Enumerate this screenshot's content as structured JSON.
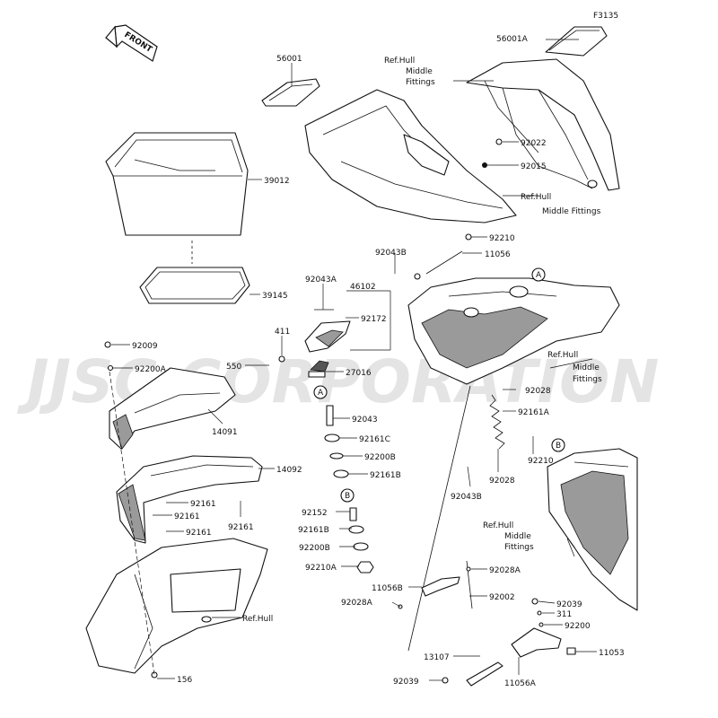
{
  "diagram_code": "F3135",
  "watermark": "JJSC CORPORATION",
  "front_label": "FRONT",
  "markers": {
    "a": "A",
    "b": "B"
  },
  "labels": {
    "p56001A": "56001A",
    "p56001": "56001",
    "ref_hull_middle_fittings_top": [
      "Ref.Hull",
      "Middle",
      "Fittings"
    ],
    "p92022": "92022",
    "p92015": "92015",
    "ref_hull_middle_fittings_right": [
      "Ref.Hull",
      "Middle Fittings"
    ],
    "p39012": "39012",
    "p92210_top": "92210",
    "p92043B_top": "92043B",
    "p11056": "11056",
    "p92043A": "92043A",
    "p46102": "46102",
    "p92172": "92172",
    "p39145": "39145",
    "p411": "411",
    "p92009": "92009",
    "p92200A": "92200A",
    "p550": "550",
    "p27016": "27016",
    "ref_hull_middle_fittings_mid": [
      "Ref.Hull",
      "Middle",
      "Fittings"
    ],
    "p92028_top": "92028",
    "p92161A": "92161A",
    "p92043": "92043",
    "p14091": "14091",
    "p92161C": "92161C",
    "p92200B_top": "92200B",
    "p92210_mid": "92210",
    "p92161B_top": "92161B",
    "p14092": "14092",
    "p92028_mid": "92028",
    "p92043B_mid": "92043B",
    "p92161_a": "92161",
    "p92161_b": "92161",
    "p92161_c": "92161",
    "p92161_d": "92161",
    "p92152": "92152",
    "p92161B_low": "92161B",
    "p92200B_low": "92200B",
    "p92210A": "92210A",
    "ref_hull_middle_fittings_low": [
      "Ref.Hull",
      "Middle",
      "Fittings"
    ],
    "p92028A_r": "92028A",
    "p11056B": "11056B",
    "p92002": "92002",
    "p92028A_l": "92028A",
    "p92039_r": "92039",
    "p311": "311",
    "p92200": "92200",
    "ref_hull": "Ref.Hull",
    "p11053": "11053",
    "p13107": "13107",
    "p92039_l": "92039",
    "p156": "156",
    "p11056A": "11056A"
  }
}
